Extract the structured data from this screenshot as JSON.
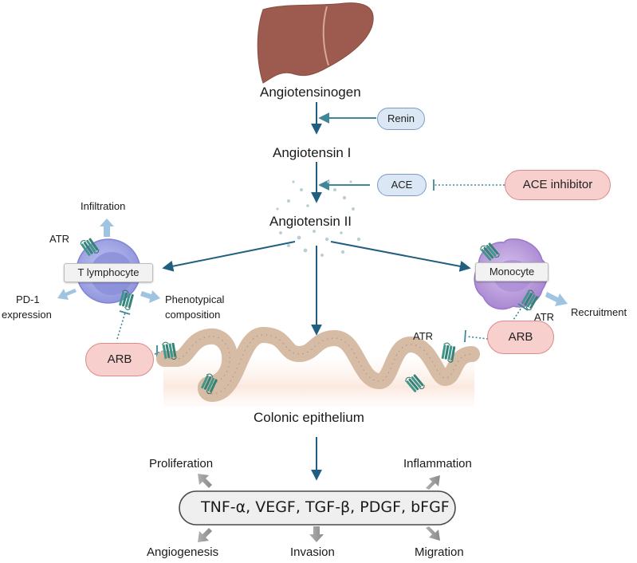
{
  "labels": {
    "angiotensinogen": "Angiotensinogen",
    "renin": "Renin",
    "angiotensin_1": "Angiotensin I",
    "ace": "ACE",
    "ace_inhibitor": "ACE inhibitor",
    "angiotensin_2": "Angiotensin II",
    "infiltration": "Infiltration",
    "atr_left": "ATR",
    "t_lymphocyte": "T lymphocyte",
    "pd1_line1": "PD-1",
    "pd1_line2": "expression",
    "phenotypical_line1": "Phenotypical",
    "phenotypical_line2": "composition",
    "arb_left": "ARB",
    "monocyte": "Monocyte",
    "atr_right_cell": "ATR",
    "recruitment": "Recruitment",
    "atr_epithelium": "ATR",
    "arb_right": "ARB",
    "colonic_epithelium": "Colonic epithelium",
    "proliferation": "Proliferation",
    "inflammation": "Inflammation",
    "cytokines": "TNF-α, VEGF, TGF-β, PDGF, bFGF",
    "angiogenesis": "Angiogenesis",
    "invasion": "Invasion",
    "migration": "Migration"
  },
  "colors": {
    "arrow_dark": "#215f80",
    "arrow_teal": "#3e8797",
    "arrow_light": "#9fc4e2",
    "arrow_grey": "#9a9a9a",
    "renin_ace_fill": "#dbe7f4",
    "arb_fill": "#f7cfcd",
    "t_cell": "#a3a8e6",
    "monocyte": "#b89ad8",
    "liver": "#9c5b4e",
    "gallbladder": "#5c9a6e",
    "epithelium": "#d9c4b2",
    "receptor": "#3f9689"
  }
}
